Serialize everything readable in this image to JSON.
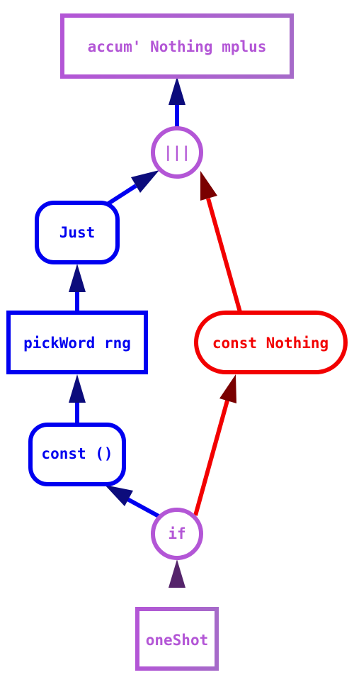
{
  "colors": {
    "purple": "#b356d6",
    "purple_gradient_end": "#a66ac9",
    "blue": "#0000f0",
    "red": "#f20000",
    "navy_arrowhead": "#0c0c7c",
    "darkred_arrowhead": "#7a0000",
    "purple_arrowhead": "#55246b",
    "background": "#ffffff"
  },
  "nodes": {
    "accum": {
      "label": "accum' Nothing mplus",
      "shape": "rectangle"
    },
    "or_op": {
      "label": "|||",
      "shape": "circle"
    },
    "just": {
      "label": "Just",
      "shape": "rounded-rectangle"
    },
    "pick_word": {
      "label": "pickWord rng",
      "shape": "rectangle"
    },
    "const_nothing": {
      "label": "const Nothing",
      "shape": "stadium"
    },
    "const_unit": {
      "label": "const ()",
      "shape": "rounded-rectangle"
    },
    "if_op": {
      "label": "if",
      "shape": "circle"
    },
    "one_shot": {
      "label": "oneShot",
      "shape": "rectangle"
    }
  },
  "edges": [
    {
      "from": "or_op",
      "to": "accum",
      "color": "blue"
    },
    {
      "from": "just",
      "to": "or_op",
      "color": "blue"
    },
    {
      "from": "const_nothing",
      "to": "or_op",
      "color": "red"
    },
    {
      "from": "pick_word",
      "to": "just",
      "color": "blue"
    },
    {
      "from": "const_unit",
      "to": "pick_word",
      "color": "blue"
    },
    {
      "from": "if_op",
      "to": "const_unit",
      "color": "blue"
    },
    {
      "from": "if_op",
      "to": "const_nothing",
      "color": "red"
    },
    {
      "from": "one_shot",
      "to": "if_op",
      "color": "purple"
    }
  ]
}
